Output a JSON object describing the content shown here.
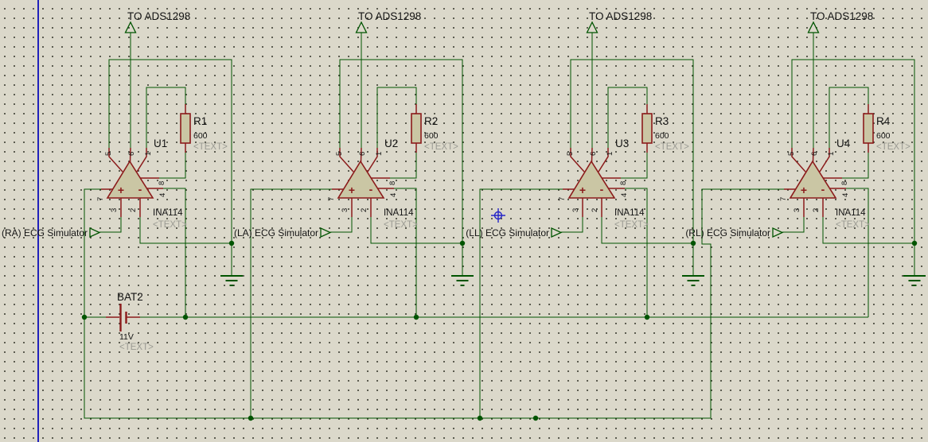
{
  "app": {
    "type": "schematic-capture-sheet",
    "background_color": "#dbd8ca",
    "wire_color": "#005400",
    "component_color": "#8b1b1b",
    "component_fill": "#cac6a4",
    "placeholder_color": "#9b9b93",
    "sheet_border_color": "#2121bb",
    "origin_marker_color": "#2525c8"
  },
  "pins": {
    "top": [
      "5",
      "6",
      "1"
    ],
    "left": [
      "7"
    ],
    "bottom": [
      "3",
      "2"
    ],
    "right": [
      "8",
      "4"
    ],
    "plus": "+",
    "minus": "-"
  },
  "blocks": [
    {
      "top_label": "TO ADS1298",
      "ref": "U1",
      "part": "INA114",
      "part_placeholder": "<TEXT>",
      "res_ref": "R1",
      "res_value": "600",
      "res_placeholder": "<TEXT>",
      "input_label": "(RA) ECG Simulator"
    },
    {
      "top_label": "TO ADS1298",
      "ref": "U2",
      "part": "INA114",
      "part_placeholder": "<TEXT>",
      "res_ref": "R2",
      "res_value": "600",
      "res_placeholder": "<TEXT>",
      "input_label": "(LA) ECG Simulator"
    },
    {
      "top_label": "TO ADS1298",
      "ref": "U3",
      "part": "INA114",
      "part_placeholder": "<TEXT>",
      "res_ref": "R3",
      "res_value": "600",
      "res_placeholder": "<TEXT>",
      "input_label": "(LL) ECG Simulator"
    },
    {
      "top_label": "TO ADS1298",
      "ref": "U4",
      "part": "INA114",
      "part_placeholder": "<TEXT>",
      "res_ref": "R4",
      "res_value": "600",
      "res_placeholder": "<TEXT>",
      "input_label": "(RL) ECG Simulator"
    }
  ],
  "battery": {
    "ref": "BAT2",
    "value": "11V",
    "placeholder": "<TEXT>"
  }
}
